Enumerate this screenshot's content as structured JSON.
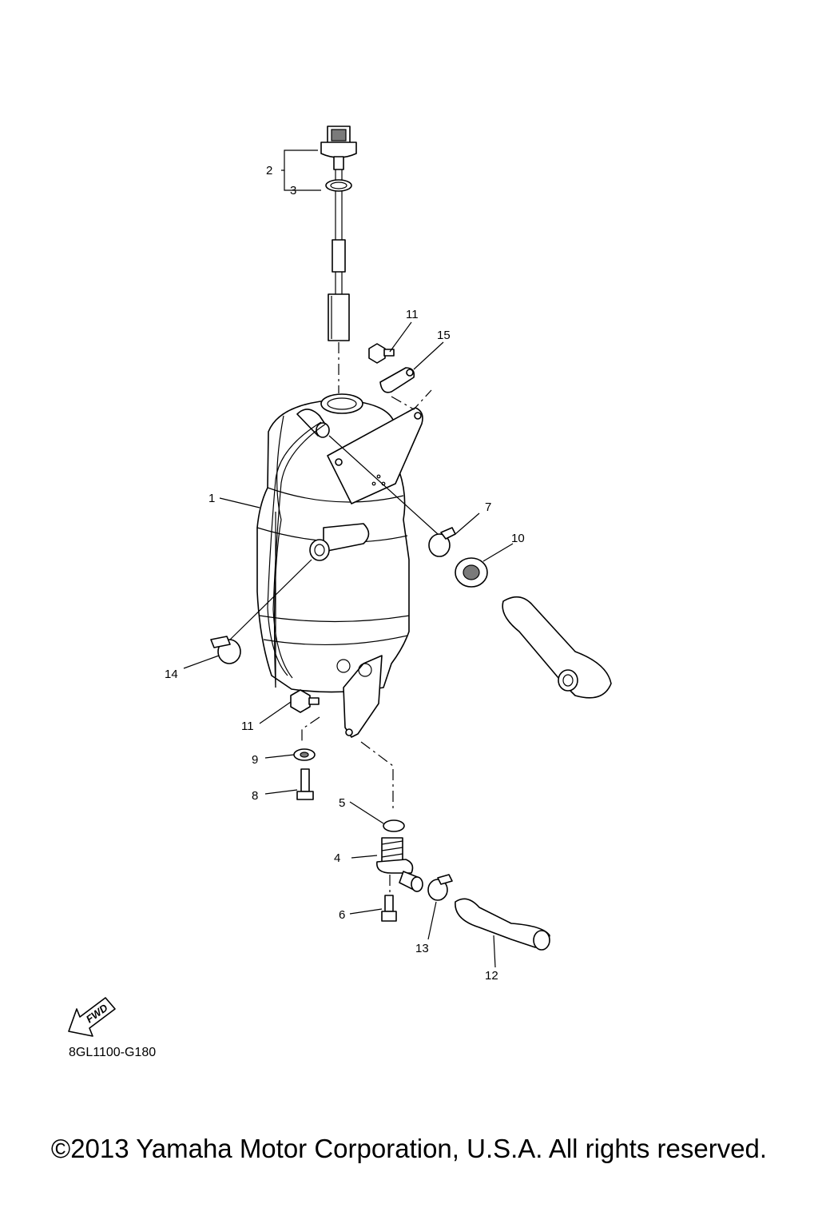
{
  "diagram": {
    "code": "8GL1100-G180",
    "fwd_label": "FWD",
    "copyright": "©2013 Yamaha Motor Corporation, U.S.A. All rights reserved.",
    "callouts": [
      "1",
      "2",
      "3",
      "4",
      "5",
      "6",
      "7",
      "8",
      "9",
      "10",
      "11",
      "11",
      "12",
      "13",
      "14",
      "15"
    ]
  },
  "colors": {
    "line": "#000000",
    "shade": "#7a7a7a",
    "background": "#ffffff"
  }
}
